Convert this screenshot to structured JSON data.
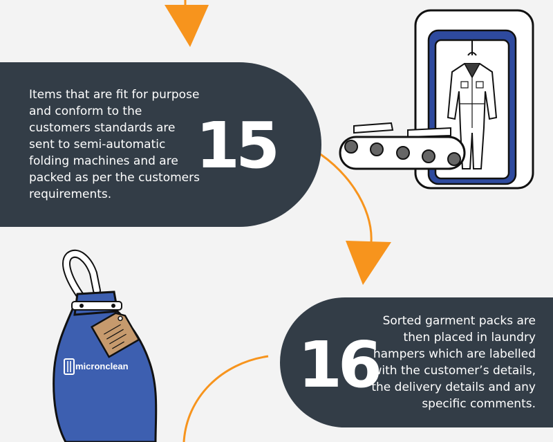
{
  "steps": [
    {
      "number": "15",
      "description": "Items that are fit for purpose and conform to the customers standards are sent to semi-automatic folding machines and are packed as per the customers requirements."
    },
    {
      "number": "16",
      "description": "Sorted garment packs are then placed in laundry hampers which are labelled with the customer’s details, the delivery details and any specific comments."
    }
  ],
  "brand": {
    "bag_logo_text": "micronclean"
  },
  "icons": {
    "folding_machine": "folding-machine-illustration",
    "laundry_bag": "laundry-bag-illustration",
    "flow_arrow": "flow-arrow-icon"
  },
  "colors": {
    "background": "#f3f3f3",
    "panel": "#333d47",
    "accent_orange": "#f7941d",
    "bag_blue": "#3d5fb0",
    "machine_blue": "#2e4a9e",
    "tag_tan": "#c69a6d"
  }
}
